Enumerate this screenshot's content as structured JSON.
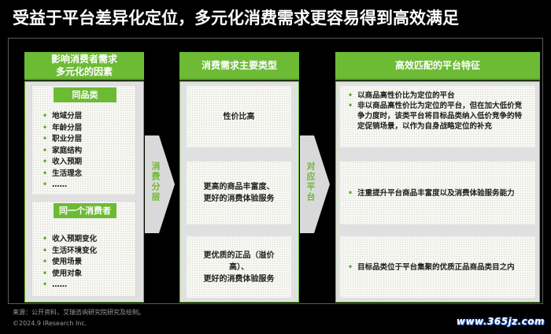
{
  "title": "受益于平台差异化定位，多元化消费需求更容易得到高效满足",
  "col1": {
    "header": [
      "影响消费者需求",
      "多元化的因素"
    ],
    "group1": {
      "label": "同品类",
      "items": [
        "地域分层",
        "年龄分层",
        "职业分层",
        "家庭结构",
        "收入预期",
        "生活理念",
        "……"
      ]
    },
    "group2": {
      "label": "同一个消费者",
      "items": [
        "收入预期变化",
        "生活环境变化",
        "使用场景",
        "使用对象",
        "……"
      ]
    }
  },
  "arrow1": "消费分层",
  "col2": {
    "header": "消费需求主要类型",
    "cards": [
      [
        "性价比高"
      ],
      [
        "更高的商品丰富度、",
        "更好的消费体验服务"
      ],
      [
        "更优质的正品（溢价高）、",
        "更好的消费体验服务"
      ]
    ]
  },
  "arrow2": "对应平台",
  "col3": {
    "header": "高效匹配的平台特征",
    "cards": [
      [
        "以商品高性价比为定位的平台",
        "非以商品高性价比为定位的平台，但在加大低价竞争力度时，该类平台将目标品类纳入低价竞争的特定促销场景，以作为自身战略定位的补充"
      ],
      [
        "注重提升平台商品丰富度以及消费体验服务能力"
      ],
      [
        "目标品类位于平台集聚的优质正品商品类目之内"
      ]
    ]
  },
  "source": "来源：公开资料，艾瑞咨询研究院研究及绘制。",
  "copyright": "©2024.9 iResearch Inc.",
  "watermark": "www.365jz.com",
  "colors": {
    "accent": "#6dbb35",
    "background": "#000000",
    "panel": "#e0e0e0"
  }
}
